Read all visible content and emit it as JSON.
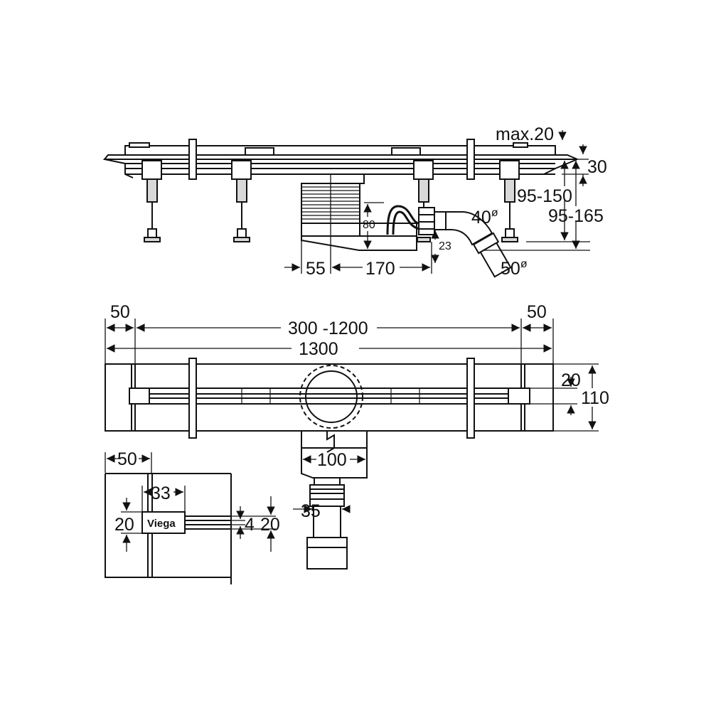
{
  "side_view": {
    "max_label": "max.20",
    "height_30": "30",
    "height_95_150": "95-150",
    "height_95_165": "95-165",
    "height_80": "80",
    "height_23": "23",
    "diam_40": "40",
    "diam_50": "50",
    "diam_symbol": "ø",
    "offset_55": "55",
    "length_170": "170"
  },
  "top_view": {
    "margin_left": "50",
    "margin_right": "50",
    "channel_length": "300 -1200",
    "total_length": "1300",
    "slot_width": "20",
    "total_width": "110",
    "outlet_width": "100",
    "outlet_diam": "35"
  },
  "detail_view": {
    "margin": "50",
    "cap_length": "33",
    "cap_height": "20",
    "slot_gap": "4",
    "slot_height": "20",
    "logo_text": "Viega"
  }
}
